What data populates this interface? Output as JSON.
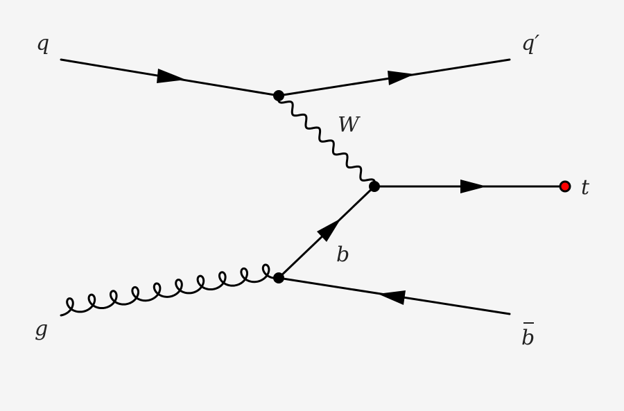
{
  "diagram": {
    "labels": {
      "q": "q",
      "q_prime": "q′",
      "W": "W",
      "t": "t",
      "b": "b",
      "g": "g",
      "b_bar": "b"
    },
    "colors": {
      "line": "#000000",
      "vertex": "#000000",
      "top_marker": "#ff0000",
      "background": "#f5f5f5",
      "label": "#222222"
    }
  }
}
